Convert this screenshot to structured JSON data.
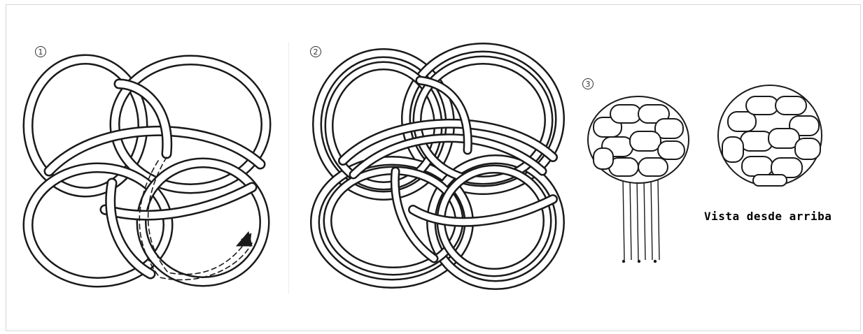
{
  "figure": {
    "steps": [
      "1",
      "2",
      "3"
    ],
    "caption": "Vista desde arriba"
  },
  "colors": {
    "rope_outline": "#1a1a1a",
    "rope_fill": "#ffffff",
    "background": "#ffffff",
    "frame_border": "#d6d6d6"
  }
}
